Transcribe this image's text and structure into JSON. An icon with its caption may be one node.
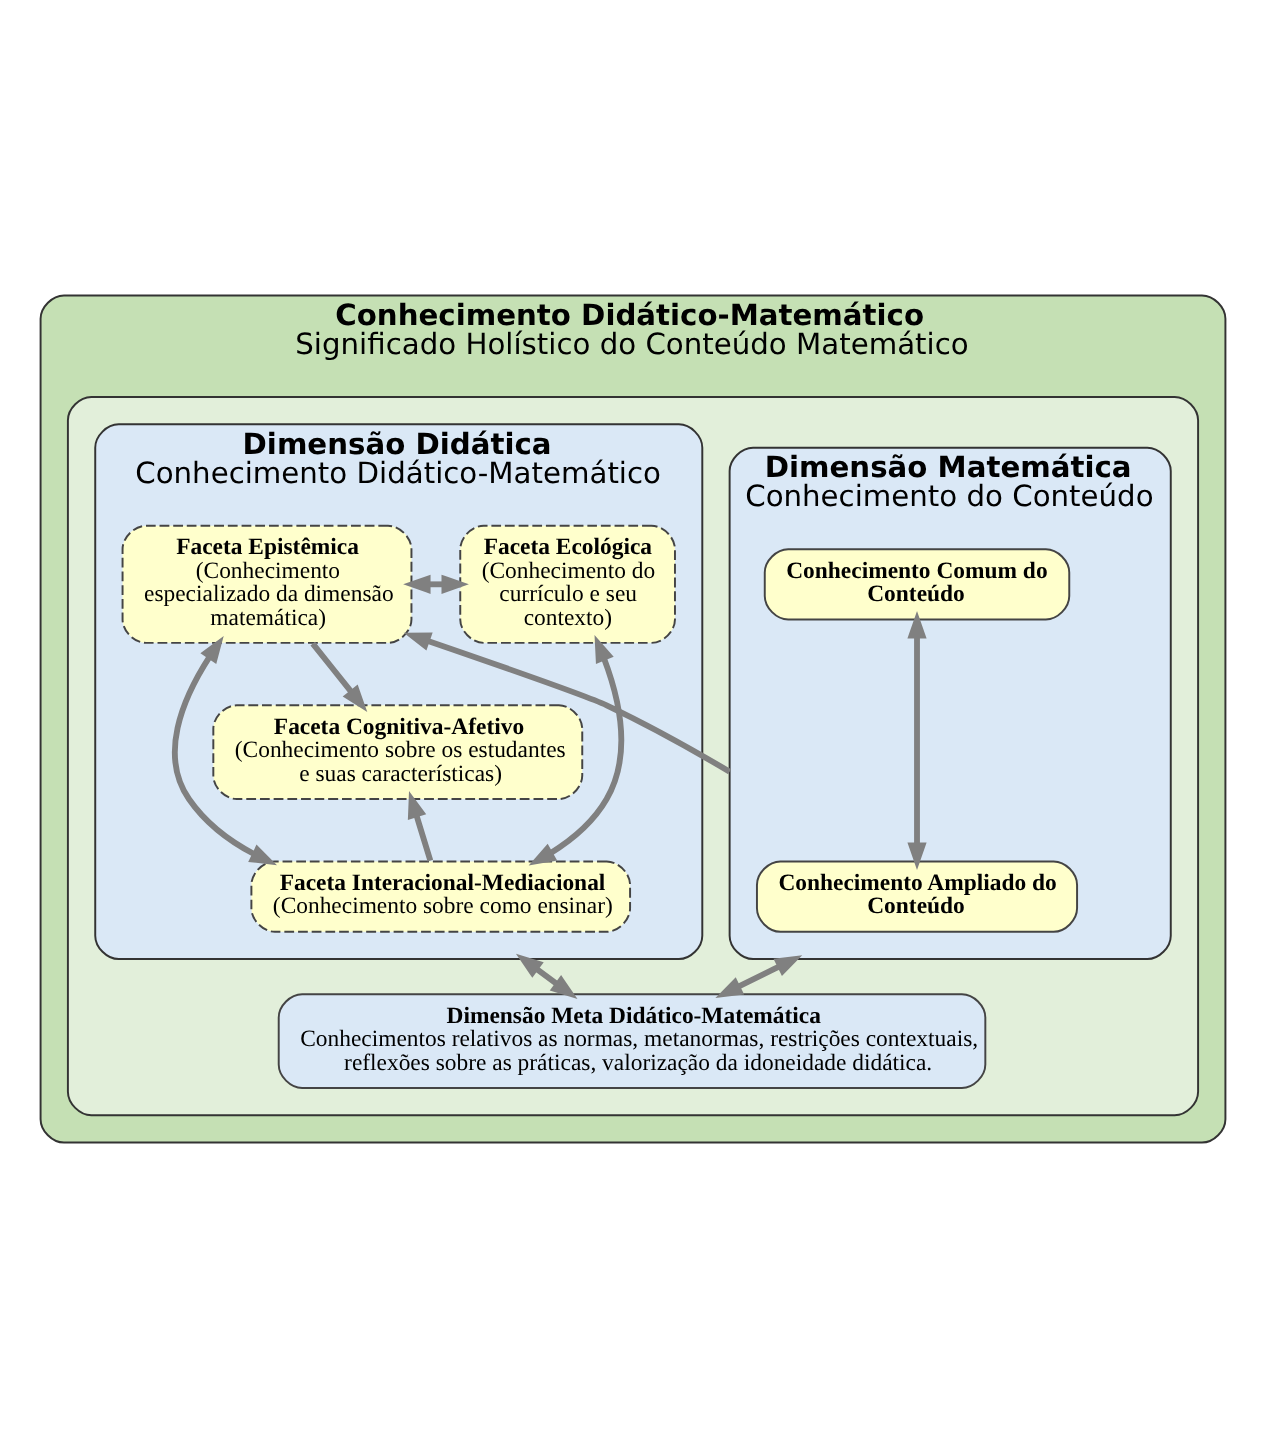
{
  "diagram": {
    "nodes": [
      {
        "text": [
          "Conhecimento Didático-Matemático",
          "Significado Holístico do Conteúdo Matemático"
        ]
      },
      {
        "text": [],
        "shape": "box",
        "in": 0
      },
      {
        "text": [
          "Dimensão Matemática",
          "Conhecimento do Conteúdo"
        ],
        "in": 1
      },
      {
        "text": [
          "Conhecimento Comum do Conteúdo"
        ],
        "in": 2
      },
      {
        "text": [
          "Conhecimento Ampliado do Conteúdo"
        ],
        "in": 2
      },
      {
        "text": [
          "Dimensão Didática",
          "Conhecimento Didático-Matemático"
        ],
        "in": 1
      },
      {
        "text": [
          "Faceta Epistêmica",
          "(Conhecimento especializado da dimensão matemática)"
        ],
        "in": 5
      },
      {
        "text": [
          "Faceta Ecológica",
          "(Conhecimento do currículo e seu contexto)"
        ],
        "in": 5
      },
      {
        "text": [
          "Faceta Cognitiva-Afetivo",
          "(Conhecimento sobre os estudantes e suas características)"
        ],
        "in": 5
      },
      {
        "text": [
          "Faceta Interacional-Mediacional",
          "(Conhecimento sobre como ensinar)"
        ],
        "in": 5
      },
      {
        "text": [
          "Dimensão Meta Didático-Matemática",
          "Conhecimentos relativos as normas, metanormas, restrições contextuais, reflexões sobre as práticas, valorização da idoneidade didática."
        ],
        "in": 1
      }
    ],
    "edges": [
      {
        "from": 3,
        "to": 4,
        "arrow": "both"
      },
      {
        "from": 2,
        "to": 6,
        "arrow": "to"
      },
      {
        "from": 6,
        "to": 7,
        "arrow": "both"
      },
      {
        "from": 6,
        "to": 8,
        "arrow": "to"
      },
      {
        "from": 6,
        "to": 9,
        "arrow": "both"
      },
      {
        "from": 7,
        "to": 9,
        "arrow": "both"
      },
      {
        "from": 9,
        "to": 8,
        "arrow": "to"
      },
      {
        "from": 2,
        "to": 10,
        "arrow": "both"
      },
      {
        "from": 5,
        "to": 10,
        "arrow": "both"
      }
    ]
  }
}
